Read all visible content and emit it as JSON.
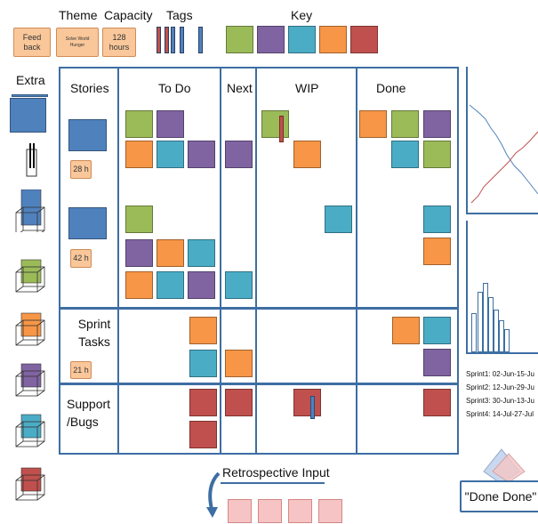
{
  "header": {
    "theme_label": "Theme",
    "capacity_label": "Capacity",
    "tags_label": "Tags",
    "key_label": "Key",
    "feedback_card": "Feed back",
    "theme_card": "Solve World Hunger",
    "capacity_card": "128 hours"
  },
  "key_colors": [
    "#9bbb59",
    "#8064a2",
    "#4bacc6",
    "#f79646",
    "#c0504d"
  ],
  "tag_colors": [
    "#c0504d",
    "#c0504d",
    "#4f81bd",
    "#4f81bd",
    "#4f81bd"
  ],
  "left": {
    "extra_label": "Extra"
  },
  "board": {
    "columns": [
      "Stories",
      "To Do",
      "Next",
      "WIP",
      "Done"
    ],
    "rows": {
      "story1_hours": "28 h",
      "story2_hours": "42 h",
      "sprint_tasks_label": "Sprint Tasks",
      "sprint_tasks_hours": "21 h",
      "support_label": "Support /Bugs"
    }
  },
  "sprints": [
    "Sprint1: 02-Jun-15-Ju",
    "Sprint2: 12-Jun-29-Ju",
    "Sprint3: 30-Jun-13-Ju",
    "Sprint4: 14-Jul-27-Jul"
  ],
  "retro": {
    "label": "Retrospective Input",
    "card_count": 4
  },
  "done_done": "\"Done Done\""
}
